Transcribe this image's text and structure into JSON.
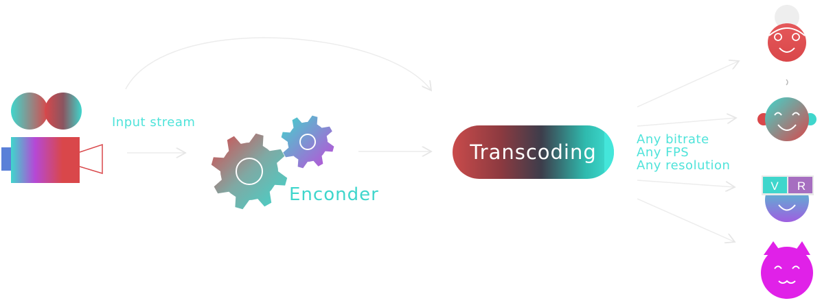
{
  "labels": {
    "input_stream": "Input stream",
    "encoder": "Enconder",
    "transcoding": "Transcoding",
    "options": [
      "Any bitrate",
      "Any FPS",
      "Any resolution"
    ]
  },
  "icons": {
    "source": "video-camera-icon",
    "encoder": "gears-icon",
    "viewers": [
      "grandma-icon",
      "baby-icon",
      "vr-headset-icon",
      "cat-icon"
    ]
  },
  "vr_letters": [
    "V",
    "R"
  ],
  "colors": {
    "teal": "#3fd6cc",
    "red": "#d9474a",
    "purple": "#b040d8",
    "magenta": "#e021e8",
    "line": "#ececec"
  }
}
